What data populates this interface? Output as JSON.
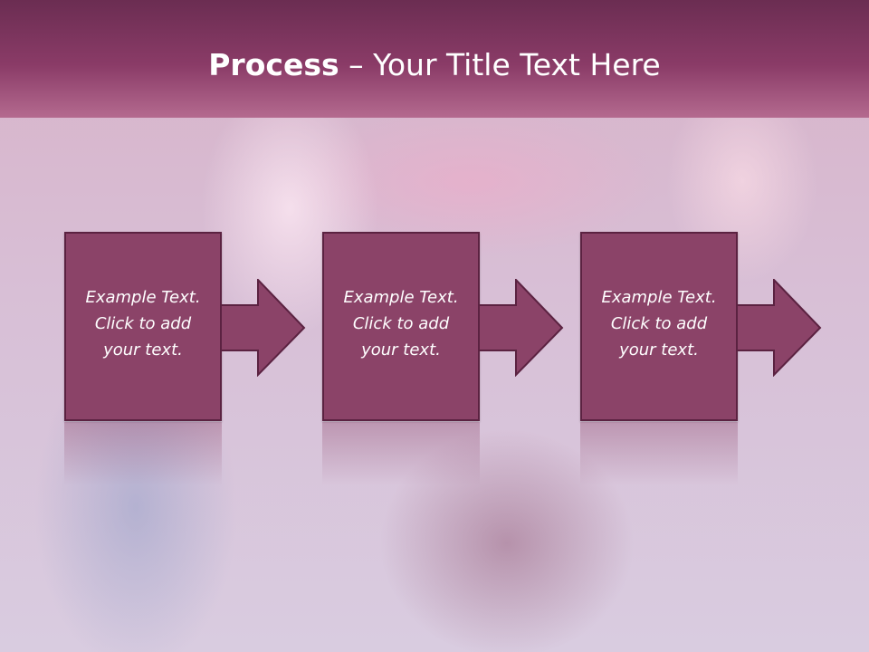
{
  "slide": {
    "title_bold": "Process",
    "title_rest": " – Your Title Text Here"
  },
  "steps": [
    {
      "text": "Example Text.\nClick  to add\nyour text."
    },
    {
      "text": "Example Text.\nClick  to add\nyour text."
    },
    {
      "text": "Example Text.\nClick  to add\nyour text."
    }
  ],
  "colors": {
    "header": "#8a3b67",
    "box_fill": "#8b4368",
    "box_border": "#5b2241"
  },
  "icons": [
    "right-arrow-icon",
    "right-arrow-icon",
    "right-arrow-icon"
  ]
}
